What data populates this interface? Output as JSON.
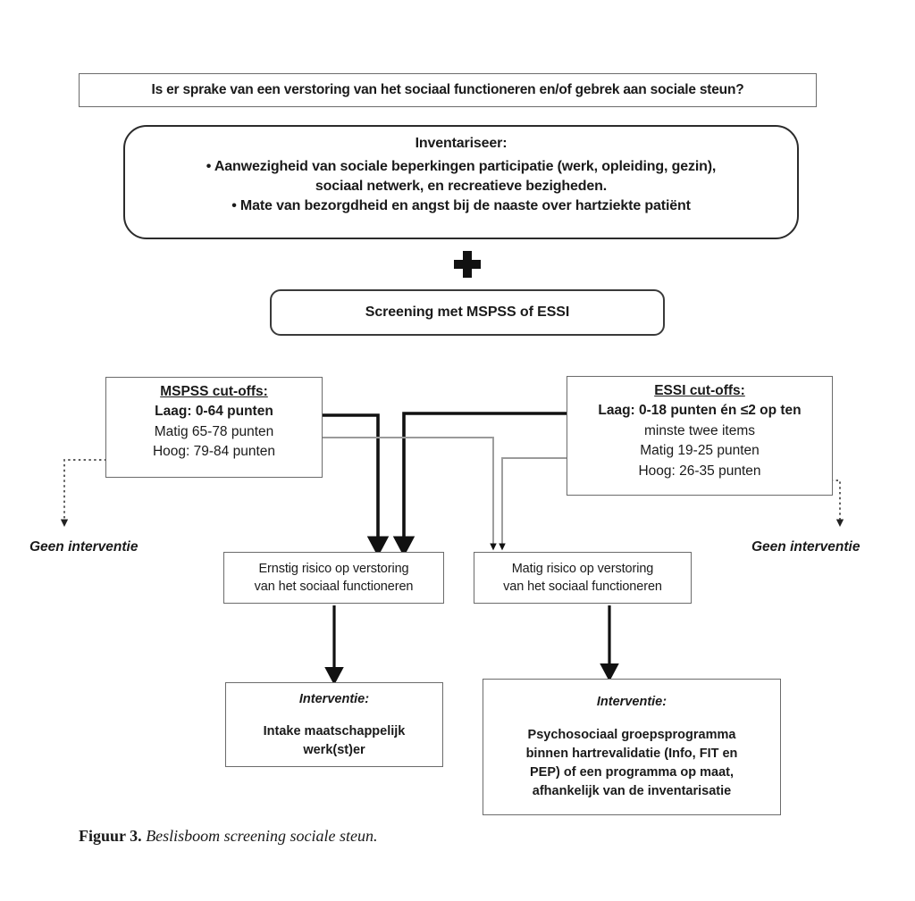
{
  "figure": {
    "caption_label": "Figuur 3.",
    "caption_text": "Beslisboom screening sociale steun.",
    "language": "nl"
  },
  "colors": {
    "thick_connector": "#111111",
    "thin_connector": "#9a9a9a",
    "dotted_connector": "#555555",
    "box_border_thin": "#6b6b6b",
    "box_border_round": "#2b2b2b",
    "background": "#ffffff",
    "text": "#1a1a1a"
  },
  "nodes": {
    "question": {
      "text": "Is er sprake van een verstoring van het sociaal functioneren en/of gebrek aan sociale steun?"
    },
    "inventariseer": {
      "title": "Inventariseer:",
      "bullets": [
        "Aanwezigheid van sociale beperkingen participatie (werk, opleiding, gezin), sociaal netwerk, en recreatieve bezigheden.",
        "Mate van bezorgdheid en angst bij de naaste over hartziekte patiënt"
      ],
      "bullet_1_line_1": "•   Aanwezigheid van sociale beperkingen participatie (werk, opleiding, gezin),",
      "bullet_1_line_2": "sociaal netwerk, en recreatieve bezigheden.",
      "bullet_2_line_1": "•   Mate van bezorgdheid en angst bij de naaste over hartziekte patiënt"
    },
    "plus": {
      "symbol": "+"
    },
    "screening": {
      "text": "Screening met MSPSS of ESSI"
    },
    "mspss": {
      "title": "MSPSS cut-offs:",
      "rows": [
        {
          "level": "Laag:",
          "value": "0-64 punten",
          "emphasis": "bold",
          "line": "Laag: 0-64 punten"
        },
        {
          "level": "Matig",
          "value": "65-78 punten",
          "emphasis": "normal",
          "line": "Matig 65-78 punten"
        },
        {
          "level": "Hoog:",
          "value": "79-84 punten",
          "emphasis": "normal",
          "line": "Hoog: 79-84 punten"
        }
      ]
    },
    "essi": {
      "title": "ESSI cut-offs:",
      "rows": [
        {
          "level": "Laag:",
          "value": "0-18 punten én ≤2 op ten minste twee items",
          "emphasis": "bold",
          "line_1": "Laag: 0-18 punten én ≤2 op ten",
          "line_2": "minste twee items"
        },
        {
          "level": "Matig",
          "value": "19-25 punten",
          "emphasis": "normal",
          "line_1": "Matig 19-25 punten"
        },
        {
          "level": "Hoog:",
          "value": "26-35 punten",
          "emphasis": "normal",
          "line_1": "Hoog: 26-35 punten"
        }
      ]
    },
    "ernstig_risico": {
      "line_1": "Ernstig risico op verstoring",
      "line_2": "van het sociaal functioneren"
    },
    "matig_risico": {
      "line_1": "Matig risico op verstoring",
      "line_2": "van het sociaal functioneren"
    },
    "interventie_left": {
      "title": "Interventie:",
      "line_1": "Intake maatschappelijk",
      "line_2": "werk(st)er"
    },
    "interventie_right": {
      "title": "Interventie:",
      "line_1": "Psychosociaal groepsprogramma",
      "line_2": "binnen hartrevalidatie (Info, FIT en",
      "line_3": "PEP) of een programma op maat,",
      "line_4": "afhankelijk van de inventarisatie"
    },
    "geen_interventie_left": {
      "text": "Geen interventie"
    },
    "geen_interventie_right": {
      "text": "Geen interventie"
    }
  },
  "edges": [
    {
      "id": "mspss-laag-to-ernstig",
      "from": "mspss.laag",
      "to": "ernstig_risico",
      "style": "thick-solid",
      "arrow": true
    },
    {
      "id": "essi-laag-to-ernstig",
      "from": "essi.laag",
      "to": "ernstig_risico",
      "style": "thick-solid",
      "arrow": true
    },
    {
      "id": "mspss-matig-to-matig",
      "from": "mspss.matig",
      "to": "matig_risico",
      "style": "thin-solid",
      "arrow": true
    },
    {
      "id": "essi-matig-to-matig",
      "from": "essi.matig",
      "to": "matig_risico",
      "style": "thin-solid",
      "arrow": true
    },
    {
      "id": "mspss-hoog-to-geen",
      "from": "mspss.hoog",
      "to": "geen_interventie_left",
      "style": "dotted",
      "arrow": true
    },
    {
      "id": "essi-hoog-to-geen",
      "from": "essi.hoog",
      "to": "geen_interventie_right",
      "style": "dotted",
      "arrow": true
    },
    {
      "id": "ernstig-to-interventie-left",
      "from": "ernstig_risico",
      "to": "interventie_left",
      "style": "thick-solid",
      "arrow": true
    },
    {
      "id": "matig-to-interventie-right",
      "from": "matig_risico",
      "to": "interventie_right",
      "style": "thick-solid",
      "arrow": true
    }
  ]
}
